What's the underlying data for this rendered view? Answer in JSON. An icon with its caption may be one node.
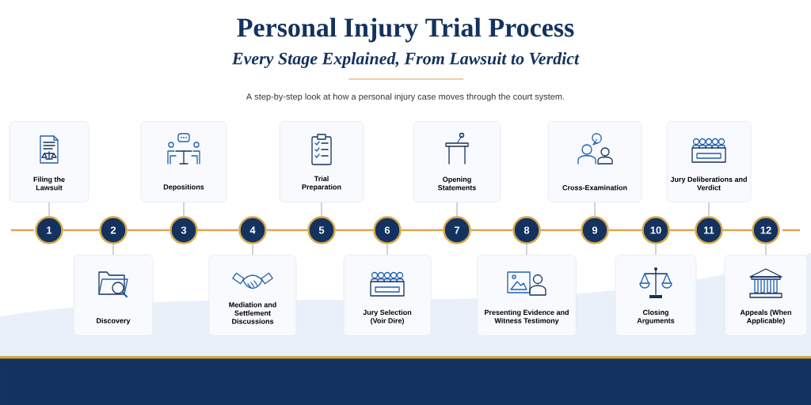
{
  "diagram": {
    "title": "Personal Injury Trial Process",
    "nodes": [
      {
        "text": [
          "Filing the Lawsuit"
        ]
      },
      {
        "text": [
          "Discovery"
        ]
      },
      {
        "text": [
          "Depositions"
        ]
      },
      {
        "text": [
          "Mediation and Settlement Discussions"
        ]
      },
      {
        "text": [
          "Trial Preparation"
        ]
      },
      {
        "text": [
          "Jury Selection (Voir Dire)"
        ]
      },
      {
        "text": [
          "Opening Statements"
        ]
      },
      {
        "text": [
          "Presenting Evidence and Witness Testimony"
        ]
      },
      {
        "text": [
          "Cross-Examination"
        ]
      },
      {
        "text": [
          "Closing Arguments"
        ]
      },
      {
        "text": [
          "Jury Deliberations and Verdict"
        ]
      },
      {
        "text": [
          "Appeals (When Applicable)"
        ]
      },
      {
        "text": [
          "1"
        ]
      },
      {
        "text": [
          "2"
        ]
      },
      {
        "text": [
          "3"
        ]
      },
      {
        "text": [
          "4"
        ]
      },
      {
        "text": [
          "5"
        ]
      },
      {
        "text": [
          "6"
        ]
      },
      {
        "text": [
          "7"
        ]
      },
      {
        "text": [
          "8"
        ]
      },
      {
        "text": [
          "9"
        ]
      },
      {
        "text": [
          "10"
        ]
      },
      {
        "text": [
          "11"
        ]
      },
      {
        "text": [
          "12"
        ]
      }
    ],
    "edges": [
      {
        "from": 0,
        "to": 12,
        "arrow": "none"
      },
      {
        "from": 1,
        "to": 13,
        "arrow": "none"
      },
      {
        "from": 2,
        "to": 14,
        "arrow": "none"
      },
      {
        "from": 3,
        "to": 15,
        "arrow": "none"
      },
      {
        "from": 4,
        "to": 16,
        "arrow": "none"
      },
      {
        "from": 5,
        "to": 17,
        "arrow": "none"
      },
      {
        "from": 6,
        "to": 18,
        "arrow": "none"
      },
      {
        "from": 7,
        "to": 19,
        "arrow": "none"
      },
      {
        "from": 8,
        "to": 20,
        "arrow": "none"
      },
      {
        "from": 9,
        "to": 21,
        "arrow": "none"
      },
      {
        "from": 10,
        "to": 22,
        "arrow": "none"
      },
      {
        "from": 11,
        "to": 23,
        "arrow": "none"
      },
      {
        "from": 12,
        "to": 13,
        "arrow": "none",
        "style": "thick",
        "color": "#d6a84e"
      },
      {
        "from": 13,
        "to": 14,
        "arrow": "none",
        "style": "thick",
        "color": "#d6a84e"
      },
      {
        "from": 14,
        "to": 15,
        "arrow": "none",
        "style": "thick",
        "color": "#d6a84e"
      },
      {
        "from": 15,
        "to": 16,
        "arrow": "none",
        "style": "thick",
        "color": "#d6a84e"
      },
      {
        "from": 16,
        "to": 17,
        "arrow": "none",
        "style": "thick",
        "color": "#d6a84e"
      },
      {
        "from": 17,
        "to": 18,
        "arrow": "none",
        "style": "thick",
        "color": "#d6a84e"
      },
      {
        "from": 18,
        "to": 19,
        "arrow": "none",
        "style": "thick",
        "color": "#d6a84e"
      },
      {
        "from": 19,
        "to": 20,
        "arrow": "none",
        "style": "thick",
        "color": "#d6a84e"
      },
      {
        "from": 20,
        "to": 21,
        "arrow": "none",
        "style": "thick",
        "color": "#d6a84e"
      },
      {
        "from": 21,
        "to": 22,
        "arrow": "none",
        "style": "thick",
        "color": "#d6a84e"
      },
      {
        "from": 22,
        "to": 23,
        "arrow": "none",
        "style": "thick",
        "color": "#d6a84e"
      }
    ],
    "labels": [
      "Every Stage Explained, From Lawsuit to Verdict",
      "A step-by-step look at how a personal injury case moves through the court system."
    ]
  }
}
